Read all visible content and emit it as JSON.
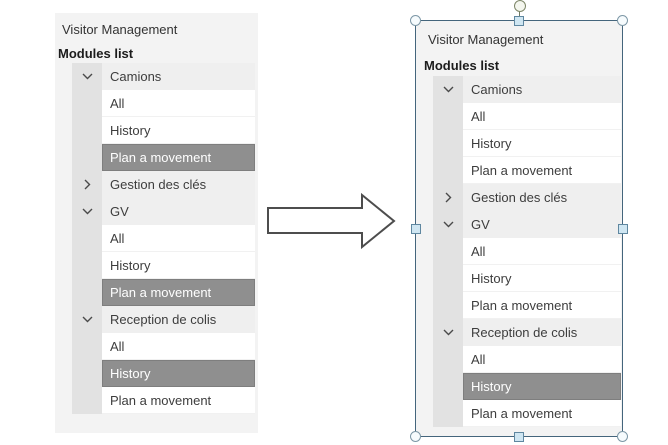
{
  "left_panel": {
    "title": "Visitor Management",
    "subtitle": "Modules list",
    "rows": [
      {
        "label": "Camions",
        "type": "parent",
        "state": "expanded",
        "selected": false
      },
      {
        "label": "All",
        "type": "child",
        "selected": false
      },
      {
        "label": "History",
        "type": "child",
        "selected": false
      },
      {
        "label": "Plan a movement",
        "type": "child",
        "selected": true
      },
      {
        "label": "Gestion des clés",
        "type": "parent",
        "state": "collapsed",
        "selected": false
      },
      {
        "label": "GV",
        "type": "parent",
        "state": "expanded",
        "selected": false
      },
      {
        "label": "All",
        "type": "child",
        "selected": false
      },
      {
        "label": "History",
        "type": "child",
        "selected": false
      },
      {
        "label": "Plan a movement",
        "type": "child",
        "selected": true
      },
      {
        "label": "Reception de colis",
        "type": "parent",
        "state": "expanded",
        "selected": false
      },
      {
        "label": "All",
        "type": "child",
        "selected": false
      },
      {
        "label": "History",
        "type": "child",
        "selected": true
      },
      {
        "label": "Plan a movement",
        "type": "child",
        "selected": false
      }
    ]
  },
  "right_panel": {
    "title": "Visitor Management",
    "subtitle": "Modules list",
    "rows": [
      {
        "label": "Camions",
        "type": "parent",
        "state": "expanded",
        "selected": false
      },
      {
        "label": "All",
        "type": "child",
        "selected": false
      },
      {
        "label": "History",
        "type": "child",
        "selected": false
      },
      {
        "label": "Plan a movement",
        "type": "child",
        "selected": false
      },
      {
        "label": "Gestion des clés",
        "type": "parent",
        "state": "collapsed",
        "selected": false
      },
      {
        "label": "GV",
        "type": "parent",
        "state": "expanded",
        "selected": false
      },
      {
        "label": "All",
        "type": "child",
        "selected": false
      },
      {
        "label": "History",
        "type": "child",
        "selected": false
      },
      {
        "label": "Plan a movement",
        "type": "child",
        "selected": false
      },
      {
        "label": "Reception de colis",
        "type": "parent",
        "state": "expanded",
        "selected": false
      },
      {
        "label": "All",
        "type": "child",
        "selected": false
      },
      {
        "label": "History",
        "type": "child",
        "selected": true
      },
      {
        "label": "Plan a movement",
        "type": "child",
        "selected": false
      }
    ]
  },
  "colors": {
    "panel_bg": "#f3f3f3",
    "gutter_bg": "#e2e2e2",
    "parent_row_bg": "#efefef",
    "child_row_bg": "#ffffff",
    "selected_row_bg": "#8f8f8f",
    "selected_row_text": "#ffffff",
    "row_text": "#3d3d3d",
    "chevron": "#4a4a4a",
    "arrow_fill": "#ffffff",
    "arrow_outline": "#4d4d4d",
    "selection_border": "#44657c",
    "handle_square_fill": "#cfe6f2",
    "handle_circle_fill": "#f6fbfd"
  }
}
